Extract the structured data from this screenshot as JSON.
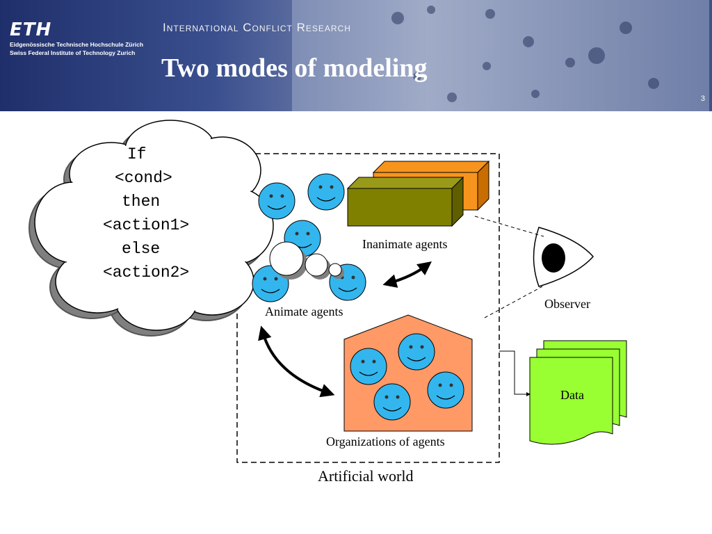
{
  "header": {
    "logo": "ETH",
    "institution_line1": "Eidgenössische Technische Hochschule Zürich",
    "institution_line2": "Swiss Federal Institute of Technology Zurich",
    "banner": "International Conflict Research",
    "title": "Two modes of modeling",
    "page_number": "3"
  },
  "diagram": {
    "thought_bubble": [
      "If",
      "<cond>",
      "then",
      "<action1>",
      "else",
      "<action2>"
    ],
    "labels": {
      "inanimate": "Inanimate agents",
      "animate": "Animate agents",
      "observer": "Observer",
      "data": "Data",
      "organizations": "Organizations of agents",
      "world": "Artificial world"
    },
    "colors": {
      "agent_face": "#33b6ee",
      "box_orange": "#f7941d",
      "box_olive": "#808000",
      "house": "#ff9966",
      "data_doc": "#99ff33"
    }
  }
}
